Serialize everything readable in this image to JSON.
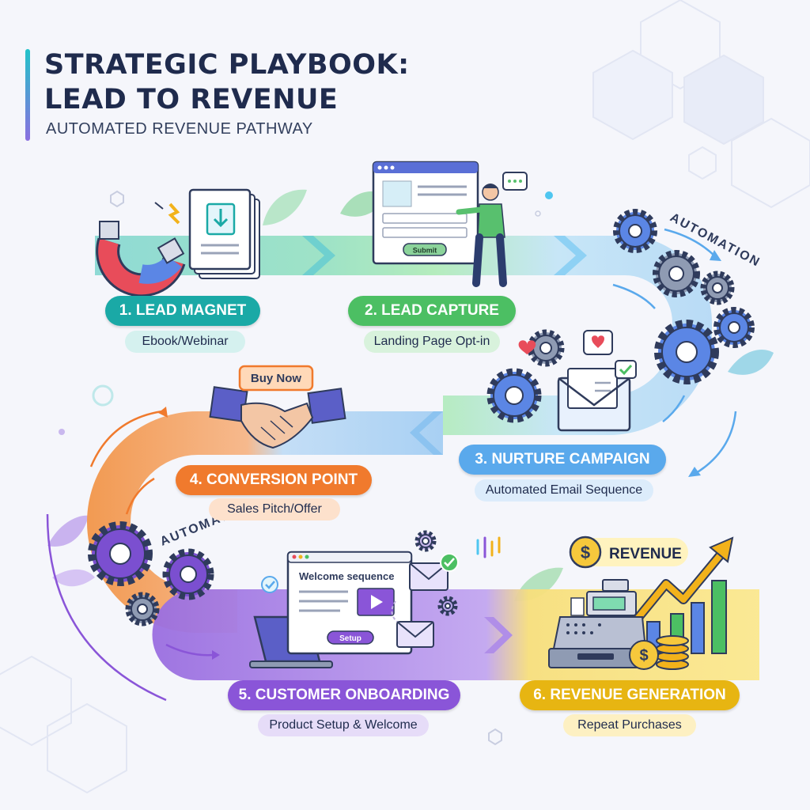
{
  "header": {
    "title_line1": "STRATEGIC PLAYBOOK:",
    "title_line2": "LEAD TO REVENUE",
    "subtitle": "AUTOMATED REVENUE PATHWAY"
  },
  "steps": [
    {
      "label": "1. LEAD MAGNET",
      "caption": "Ebook/Webinar",
      "color": "#1aa9a6"
    },
    {
      "label": "2. LEAD CAPTURE",
      "caption": "Landing Page Opt-in",
      "color": "#4cbf63"
    },
    {
      "label": "3. NURTURE CAMPAIGN",
      "caption": "Automated Email Sequence",
      "color": "#5aa9ec"
    },
    {
      "label": "4. CONVERSION POINT",
      "caption": "Sales Pitch/Offer",
      "color": "#f07a2d"
    },
    {
      "label": "5. CUSTOMER ONBOARDING",
      "caption": "Product Setup & Welcome",
      "color": "#8a55d8"
    },
    {
      "label": "6. REVENUE GENERATION",
      "caption": "Repeat Purchases",
      "color": "#e7b512"
    }
  ],
  "illustrations": {
    "lead_capture_button": "Submit",
    "buy_now_tag": "Buy Now",
    "automation_label_top": "AUTOMATION",
    "automation_label_left": "AUTOMATION",
    "welcome_title": "Welcome sequence",
    "setup_button": "Setup",
    "revenue_label": "REVENUE",
    "dollar_symbol": "$"
  },
  "icons": [
    "magnet-icon",
    "document-download-icon",
    "landing-page-icon",
    "person-icon",
    "chat-bubble-icon",
    "gear-icon",
    "envelope-heart-icon",
    "checkmark-icon",
    "handshake-icon",
    "laptop-icon",
    "video-play-icon",
    "cash-register-icon",
    "coin-stack-icon",
    "bar-chart-icon",
    "trend-arrow-icon"
  ]
}
